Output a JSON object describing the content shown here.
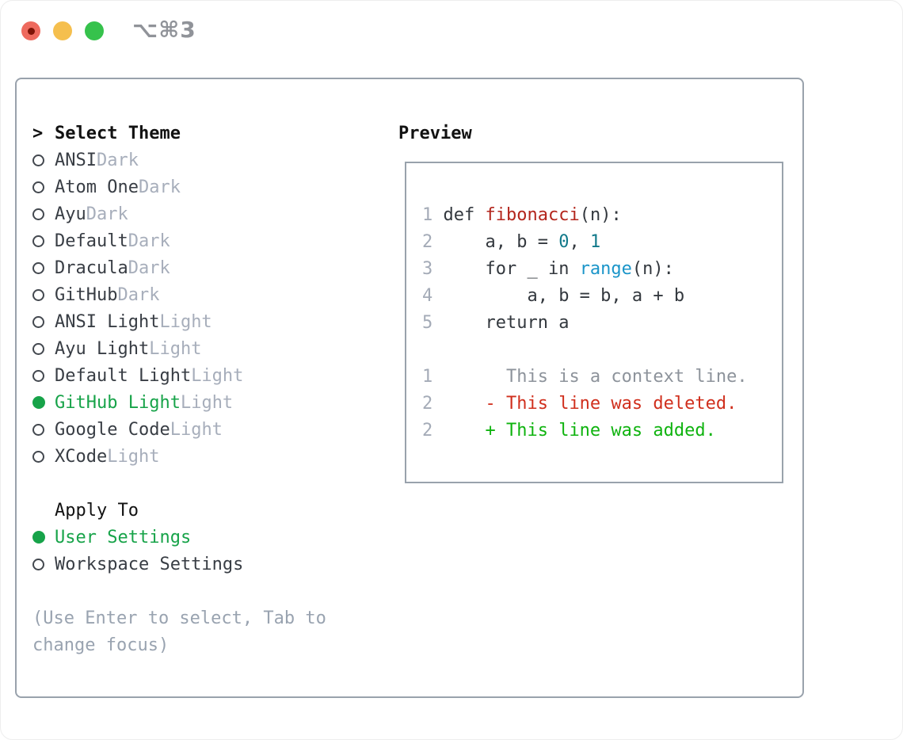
{
  "titlebar": {
    "shortcut": "⌥⌘3",
    "traffic_lights": [
      "close",
      "minimize",
      "zoom"
    ]
  },
  "theme_panel": {
    "title_prefix": ">",
    "title": "Select Theme",
    "themes": [
      {
        "name": "ANSI",
        "variant": "Dark",
        "selected": false
      },
      {
        "name": "Atom One",
        "variant": "Dark",
        "selected": false
      },
      {
        "name": "Ayu",
        "variant": "Dark",
        "selected": false
      },
      {
        "name": "Default",
        "variant": "Dark",
        "selected": false
      },
      {
        "name": "Dracula",
        "variant": "Dark",
        "selected": false
      },
      {
        "name": "GitHub",
        "variant": "Dark",
        "selected": false
      },
      {
        "name": "ANSI Light",
        "variant": "Light",
        "selected": false
      },
      {
        "name": "Ayu Light",
        "variant": "Light",
        "selected": false
      },
      {
        "name": "Default Light",
        "variant": "Light",
        "selected": false
      },
      {
        "name": "GitHub Light",
        "variant": "Light",
        "selected": true
      },
      {
        "name": "Google Code",
        "variant": "Light",
        "selected": false
      },
      {
        "name": "XCode",
        "variant": "Light",
        "selected": false
      }
    ],
    "apply_to_title": "Apply To",
    "apply_to_options": [
      {
        "label": "User Settings",
        "selected": true
      },
      {
        "label": "Workspace Settings",
        "selected": false
      }
    ],
    "hint_lines": [
      "(Use Enter to select, Tab to",
      "change focus)"
    ]
  },
  "preview_panel": {
    "title": "Preview",
    "code_lines": [
      {
        "num": "1",
        "segments": [
          {
            "text": "def ",
            "style": "plain"
          },
          {
            "text": "fibonacci",
            "style": "function"
          },
          {
            "text": "(n):",
            "style": "plain"
          }
        ]
      },
      {
        "num": "2",
        "segments": [
          {
            "text": "    a, b = ",
            "style": "plain"
          },
          {
            "text": "0",
            "style": "number"
          },
          {
            "text": ", ",
            "style": "plain"
          },
          {
            "text": "1",
            "style": "number"
          }
        ]
      },
      {
        "num": "3",
        "segments": [
          {
            "text": "    for _ in ",
            "style": "plain"
          },
          {
            "text": "range",
            "style": "builtin"
          },
          {
            "text": "(n):",
            "style": "plain"
          }
        ]
      },
      {
        "num": "4",
        "segments": [
          {
            "text": "        a, b = b, a + b",
            "style": "plain"
          }
        ]
      },
      {
        "num": "5",
        "segments": [
          {
            "text": "    return a",
            "style": "plain"
          }
        ]
      },
      {
        "num": "",
        "segments": []
      },
      {
        "num": "1",
        "segments": [
          {
            "text": "      This is a context line.",
            "style": "context"
          }
        ]
      },
      {
        "num": "2",
        "segments": [
          {
            "text": "    - This line was deleted.",
            "style": "deleted"
          }
        ]
      },
      {
        "num": "2",
        "segments": [
          {
            "text": "    + This line was added.",
            "style": "added"
          }
        ]
      }
    ]
  },
  "colors": {
    "accent_green": "#17a349",
    "text_dark": "#383d44",
    "heading_black": "#121212",
    "variant_gray": "#a7aebb",
    "hint_gray": "#99a3b0",
    "line_number_gray": "#a4abb7",
    "context_gray": "#8d939b",
    "deleted_red": "#d02f1d",
    "added_green": "#0fb30f",
    "function_red": "#b3261d",
    "number_teal": "#11798a",
    "builtin_blue": "#1b95c9",
    "panel_border": "#99a2ac",
    "traffic_red": "#ee6a5e",
    "traffic_red_dot": "#7e1407",
    "traffic_yellow": "#f5bf4e",
    "traffic_green": "#36c24c",
    "shortcut_gray": "#909399"
  }
}
